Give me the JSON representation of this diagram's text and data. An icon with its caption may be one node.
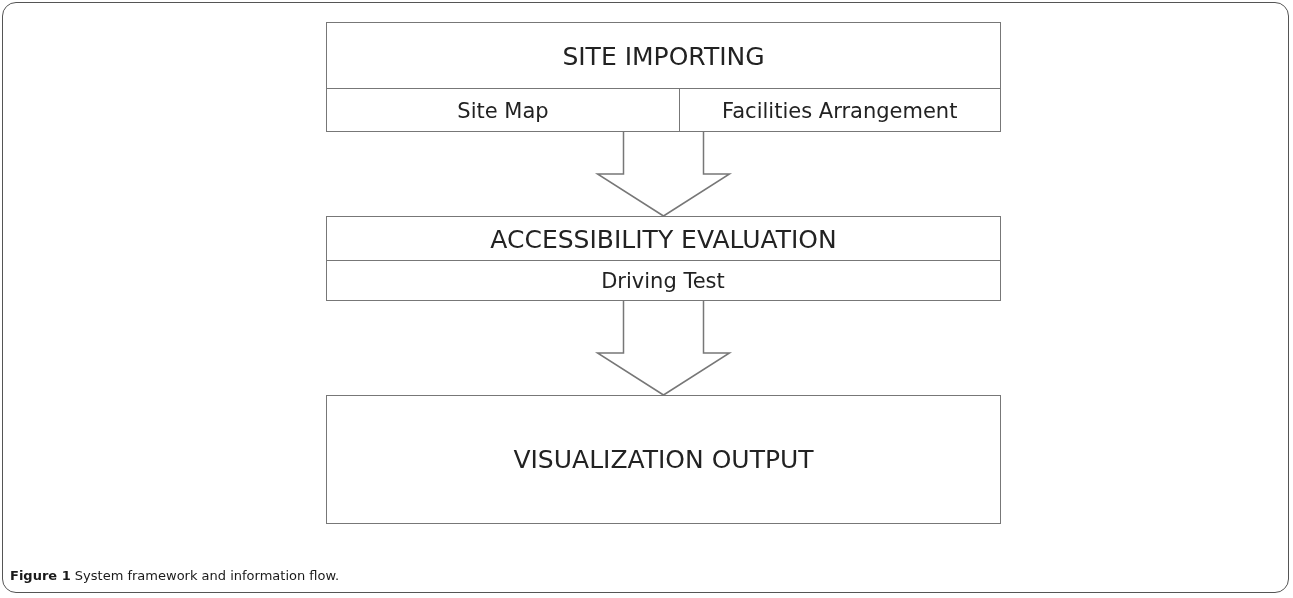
{
  "diagram": {
    "caption": "**Figure 1** System framework and information flow.",
    "nodes": [
      {
        "text": [
          "SITE IMPORTING"
        ]
      },
      {
        "text": [
          "Site Map"
        ],
        "in": 0
      },
      {
        "text": [
          "Facilities Arrangement"
        ],
        "in": 0
      },
      {
        "text": [
          "ACCESSIBILITY EVALUATION"
        ]
      },
      {
        "text": [
          "Driving Test"
        ],
        "in": 3
      },
      {
        "text": [
          "VISUALIZATION OUTPUT"
        ]
      }
    ],
    "edges": [
      {
        "from": 0,
        "to": 3,
        "arrow": "to"
      },
      {
        "from": 3,
        "to": 5,
        "arrow": "to"
      }
    ]
  }
}
